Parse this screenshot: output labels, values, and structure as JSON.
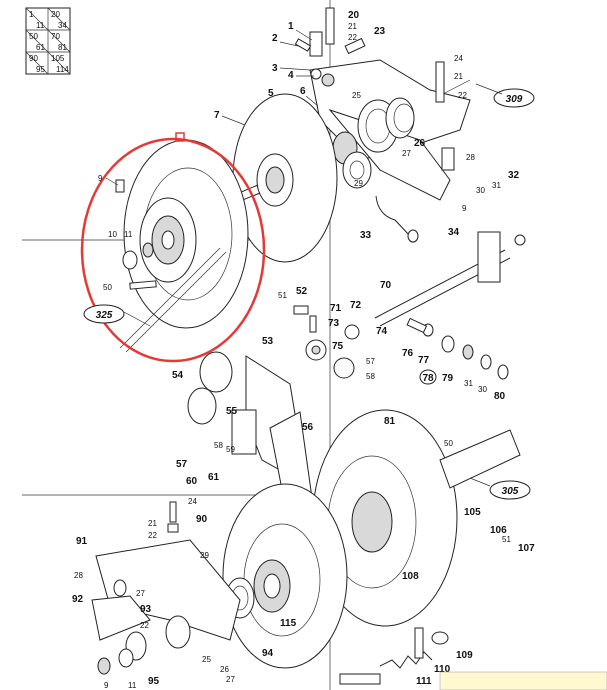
{
  "range_table": [
    [
      "1",
      "20"
    ],
    [
      "11",
      "34"
    ],
    [
      "50",
      "70"
    ],
    [
      "61",
      "81"
    ],
    [
      "90",
      "105"
    ],
    [
      "95",
      "114"
    ]
  ],
  "references": [
    "309",
    "325",
    "305"
  ],
  "highlight_color": "#e53935",
  "labels": {
    "l1": "1",
    "l2": "2",
    "l3": "3",
    "l4": "4",
    "l5": "5",
    "l6": "6",
    "l7": "7",
    "l20": "20",
    "l21a": "21",
    "l22a": "22",
    "l23": "23",
    "l24": "24",
    "l21b": "21",
    "l22b": "22",
    "l25": "25",
    "l26": "26",
    "l27": "27",
    "l28": "28",
    "l29": "29",
    "l30": "30",
    "l31": "31",
    "l32": "32",
    "l9a": "9",
    "l9b": "9",
    "l33": "33",
    "l34": "34",
    "l10": "10",
    "l11": "11",
    "l50": "50",
    "l70": "70",
    "l51": "51",
    "l52": "52",
    "l71": "71",
    "l72": "72",
    "l73": "73",
    "l74": "74",
    "l53": "53",
    "l75": "75",
    "l76": "76",
    "l77": "77",
    "l78": "78",
    "l79": "79",
    "l30b": "30",
    "l31b": "31",
    "l80": "80",
    "l57": "57",
    "l58": "58",
    "l54": "54",
    "l55": "55",
    "l58b": "58",
    "l59": "59",
    "l56": "56",
    "l57b": "57",
    "l61": "61",
    "l60": "60",
    "l81": "81",
    "l50b": "50",
    "l24b": "24",
    "l21c": "21",
    "l22c": "22",
    "l90": "90",
    "l29b": "29",
    "l91": "91",
    "l28b": "28",
    "l92": "92",
    "l27b": "27",
    "l93": "93",
    "l22d": "22",
    "l105": "105",
    "l106": "106",
    "l51b": "51",
    "l107": "107",
    "l108": "108",
    "l115": "115",
    "l25b": "25",
    "l26b": "26",
    "l27c": "27",
    "l94": "94",
    "l95": "95",
    "l11b": "11",
    "l109": "109",
    "l110": "110",
    "l111": "111",
    "l9c": "9"
  }
}
